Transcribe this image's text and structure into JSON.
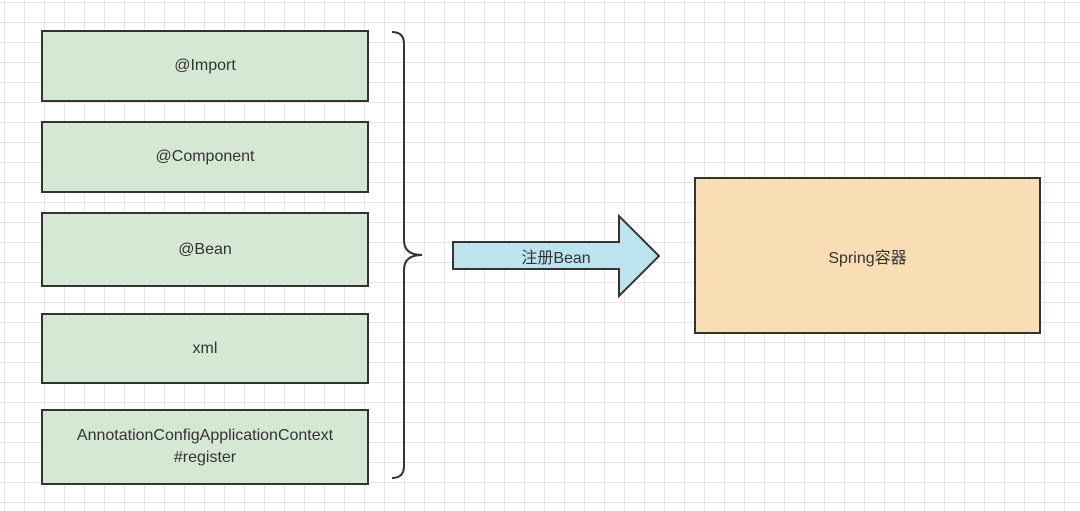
{
  "sources": [
    {
      "lines": [
        "@Import"
      ]
    },
    {
      "lines": [
        "@Component"
      ]
    },
    {
      "lines": [
        "@Bean"
      ]
    },
    {
      "lines": [
        "xml"
      ]
    },
    {
      "lines": [
        "AnnotationConfigApplicationContext",
        "#register"
      ]
    }
  ],
  "arrow": {
    "label": "注册Bean"
  },
  "target": {
    "label": "Spring容器"
  },
  "colors": {
    "source_fill": "#d5e8d4",
    "target_fill": "#f9ddb5",
    "arrow_fill": "#bde4ee",
    "stroke": "#333333"
  }
}
